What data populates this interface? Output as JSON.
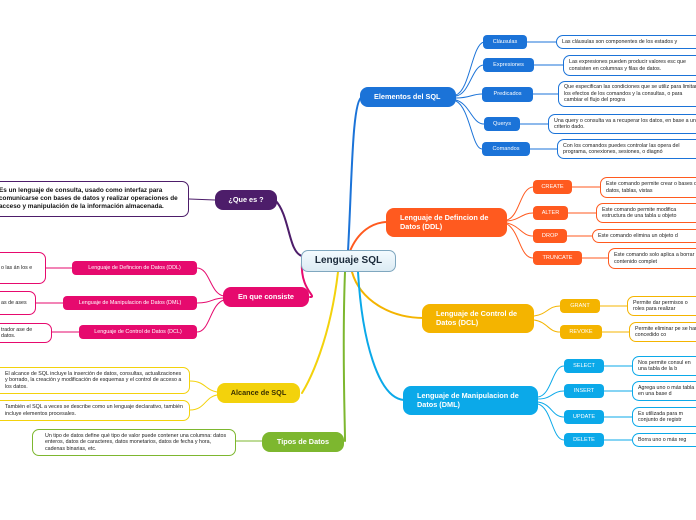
{
  "central": {
    "label": "Lenguaje SQL"
  },
  "branches": {
    "elementos": {
      "label": "Elementos del SQL",
      "items": [
        {
          "tag": "Cláusulas",
          "text": "Las cláusulas son componentes de los estados y"
        },
        {
          "tag": "Expresiones",
          "text": "Las expresiones pueden producir valores esc que consisten en columnas y filas de datos."
        },
        {
          "tag": "Predicados",
          "text": "Que especifican las condiciones que se utiliz para limitar los efectos de los comandos y la consultas, o para cambiar el flujo del progra"
        },
        {
          "tag": "Querys",
          "text": "Una query o consulta va a recuperar los datos, en base a un criterio dado."
        },
        {
          "tag": "Comandos",
          "text": "Con los comandos puedes controlar las opera del programa, conexiones, sesiones, o diagnó"
        }
      ]
    },
    "ddl": {
      "label": "Lenguaje de Defincion de Datos (DDL)",
      "items": [
        {
          "tag": "CREATE",
          "text": "Este comando permite crear o bases de datos, tablas, vistas"
        },
        {
          "tag": "ALTER",
          "text": "Este comando permite modifica estructura de una tabla u objeto"
        },
        {
          "tag": "DROP",
          "text": "Este comando elimina un objeto d"
        },
        {
          "tag": "TRUNCATE",
          "text": "Este comando solo aplica a borrar el contenido complet"
        }
      ]
    },
    "dcl": {
      "label": "Lenguaje de Control de Datos (DCL)",
      "items": [
        {
          "tag": "GRANT",
          "text": "Permite dar permisos o roles para realizar"
        },
        {
          "tag": "REVOKE",
          "text": "Permite eliminar pe se han concedido co"
        }
      ]
    },
    "dml": {
      "label": "Lenguaje de Manipulacion de Datos (DML)",
      "items": [
        {
          "tag": "SELECT",
          "text": "Nos permite consul en una tabla de la b"
        },
        {
          "tag": "INSERT",
          "text": "Agrega uno o más tabla en una base d"
        },
        {
          "tag": "UPDATE",
          "text": "Es utilizada para m conjunto de registr"
        },
        {
          "tag": "DELETE",
          "text": "Borra uno o más reg"
        }
      ]
    },
    "que_es": {
      "label": "¿Que es ?",
      "text": "Es un lenguaje de consulta, usado como interfaz para comunicarse con bases de datos y realizar operaciones de acceso y manipulación de la información almacenada."
    },
    "consiste": {
      "label": "En que consiste",
      "items": [
        {
          "tag": "Lenguaje de Defincion de Datos (DDL)",
          "text": "o las án los e"
        },
        {
          "tag": "Lenguaje de Manipulacion de Datos (DML)",
          "text": "as de ases"
        },
        {
          "tag": "Lenguaje de Control de Datos (DCL)",
          "text": "trador ase de datos."
        }
      ]
    },
    "alcance": {
      "label": "Alcance de SQL",
      "items": [
        {
          "text": "El alcance de SQL incluye la inserción de datos, consultas, actualizaciones y borrado, la creación y modificación de esquemas y el control de acceso a los datos."
        },
        {
          "text": "También el SQL a veces se describe como un lenguaje declarativo, también incluye elementos procesales."
        }
      ]
    },
    "tipos": {
      "label": "Tipos de Datos",
      "text": "Un tipo de datos define qué tipo de valor puede contener una columna: datos enteros, datos de caracteres, datos monetarios, datos de fecha y hora, cadenas binarias, etc."
    }
  },
  "colors": {
    "elementos": "#1b73d8",
    "ddl": "#ff5a1f",
    "dcl": "#f4b400",
    "dml": "#0ba9e9",
    "que_es": "#4d1d6a",
    "consiste": "#e60a6e",
    "alcance": "#f3d20c",
    "tipos": "#7db72f"
  }
}
